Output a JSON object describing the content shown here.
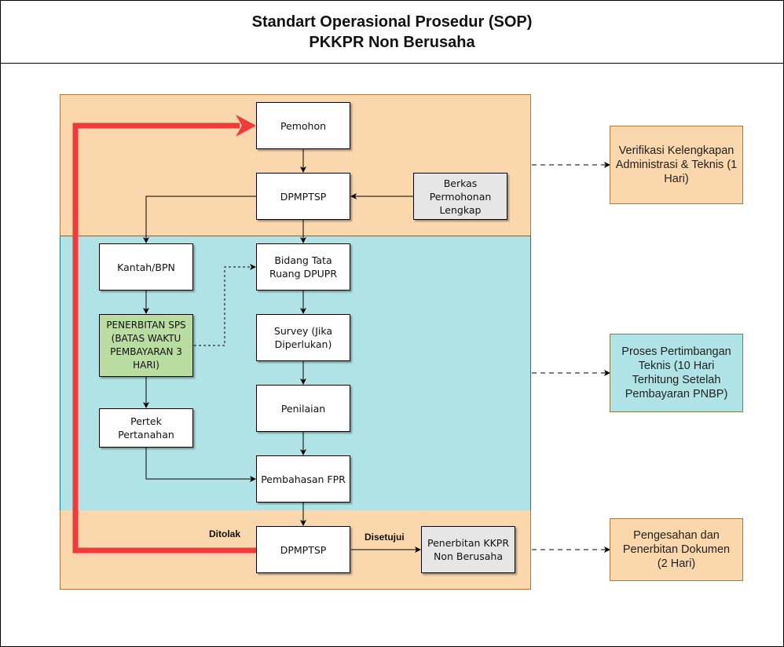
{
  "header": {
    "title_line1": "Standart Operasional Prosedur (SOP)",
    "title_line2": "PKKPR Non Berusaha"
  },
  "colors": {
    "lane_peach": "#fad7ac",
    "lane_teal": "#b0e3e6",
    "node_green": "#b9dca0",
    "node_gray": "#e6e6e6",
    "reject_path": "#f23a3a"
  },
  "nodes": {
    "pemohon": "Pemohon",
    "dpmptsp_top": "DPMPTSP",
    "berkas": "Berkas Permohonan Lengkap",
    "kantah": "Kantah/BPN",
    "bidang_tata_ruang": "Bidang Tata Ruang DPUPR",
    "penerbitan_sps": "PENERBITAN SPS (BATAS WAKTU PEMBAYARAN 3 HARI)",
    "survey": "Survey (Jika Diperlukan)",
    "penilaian": "Penilaian",
    "pertek": "Pertek Pertanahan",
    "pembahasan_fpr": "Pembahasan FPR",
    "dpmptsp_bottom": "DPMPTSP",
    "penerbitan_kkpr": "Penerbitan KKPR Non Berusaha"
  },
  "edge_labels": {
    "ditolak": "Ditolak",
    "disetujui": "Disetujui"
  },
  "stages": [
    {
      "label": "Verifikasi Kelengkapan Administrasi & Teknis (1 Hari)"
    },
    {
      "label": "Proses Pertimbangan Teknis (10 Hari Terhitung Setelah Pembayaran PNBP)"
    },
    {
      "label": "Pengesahan dan Penerbitan Dokumen (2 Hari)"
    }
  ]
}
